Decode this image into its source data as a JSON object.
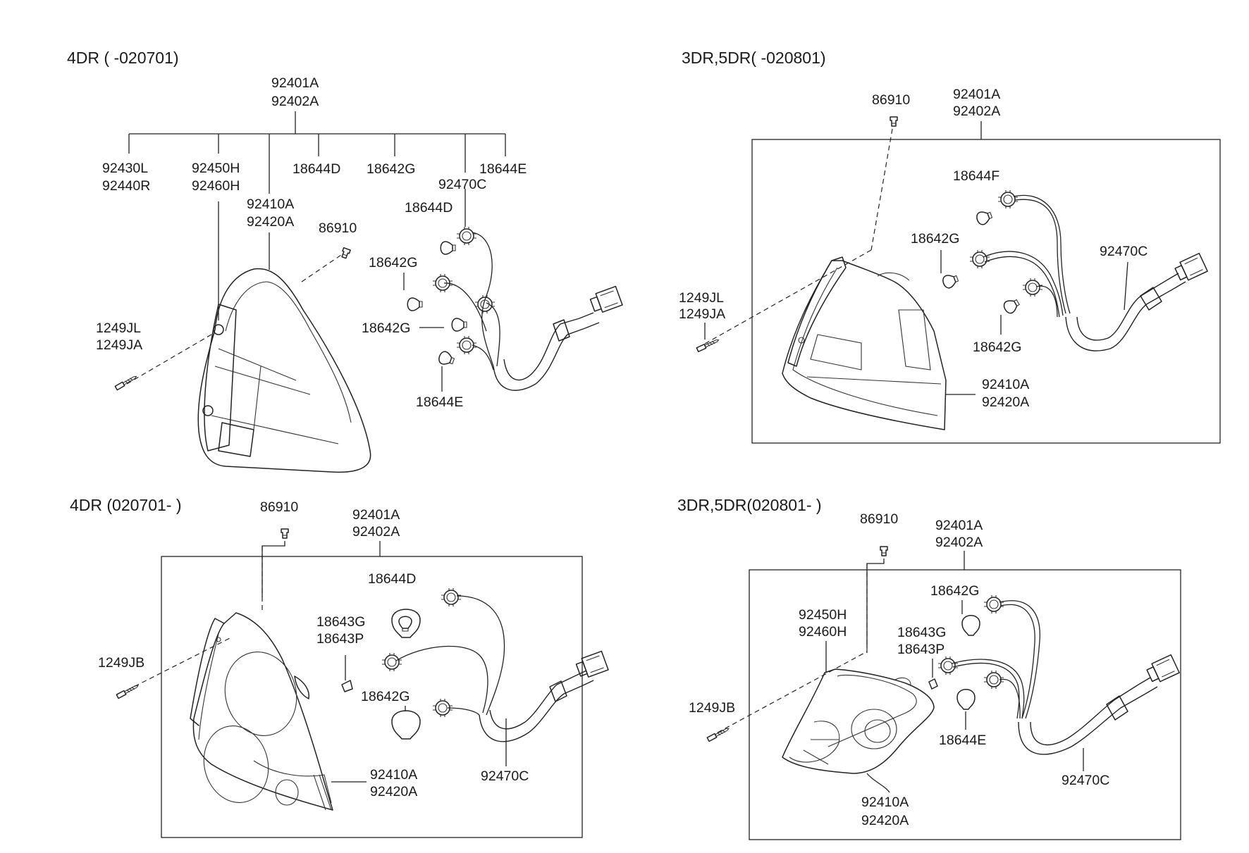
{
  "panels": {
    "top_left": {
      "title": "4DR ( -020701)",
      "assy": [
        "92401A",
        "92402A"
      ],
      "parts": {
        "p92430L": "92430L",
        "p92440R": "92440R",
        "p92450H": "92450H",
        "p92460H": "92460H",
        "p92410A": "92410A",
        "p92420A": "92420A",
        "p18644D_top": "18644D",
        "p18642G_top": "18642G",
        "p92470C": "92470C",
        "p18644E_top": "18644E",
        "p86910": "86910",
        "p18644D": "18644D",
        "p18642G_a": "18642G",
        "p18642G_b": "18642G",
        "p1249JL": "1249JL",
        "p1249JA": "1249JA",
        "p18644E": "18644E"
      }
    },
    "top_right": {
      "title": "3DR,5DR( -020801)",
      "assy": [
        "92401A",
        "92402A"
      ],
      "parts": {
        "p86910": "86910",
        "p18644F": "18644F",
        "p18642G_a": "18642G",
        "p92470C": "92470C",
        "p1249JL": "1249JL",
        "p1249JA": "1249JA",
        "p18642G_b": "18642G",
        "p92410A": "92410A",
        "p92420A": "92420A"
      }
    },
    "bottom_left": {
      "title": "4DR (020701- )",
      "assy": [
        "92401A",
        "92402A"
      ],
      "parts": {
        "p86910": "86910",
        "p18644D": "18644D",
        "p18643G": "18643G",
        "p18643P": "18643P",
        "p1249JB": "1249JB",
        "p18642G": "18642G",
        "p92410A": "92410A",
        "p92420A": "92420A",
        "p92470C": "92470C"
      }
    },
    "bottom_right": {
      "title": "3DR,5DR(020801- )",
      "assy": [
        "92401A",
        "92402A"
      ],
      "parts": {
        "p86910": "86910",
        "p18642G": "18642G",
        "p92450H": "92450H",
        "p92460H": "92460H",
        "p18643G": "18643G",
        "p18643P": "18643P",
        "p1249JB": "1249JB",
        "p18644E": "18644E",
        "p92470C": "92470C",
        "p92410A": "92410A",
        "p92420A": "92420A"
      }
    }
  }
}
